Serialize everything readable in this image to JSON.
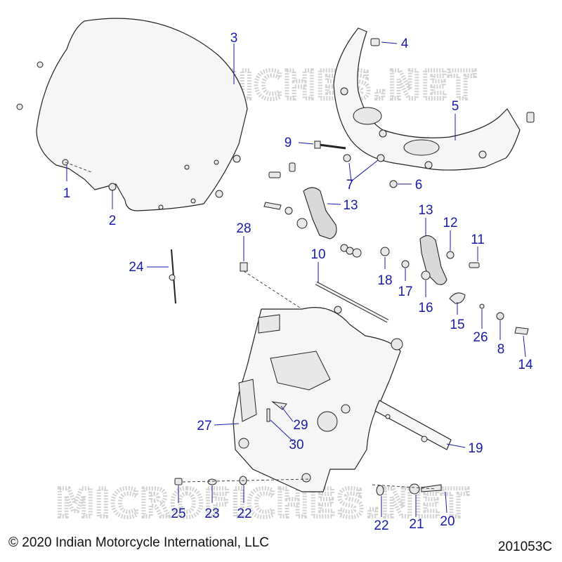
{
  "watermark": "MICROFICHES.NET",
  "copyright": "© 2020 Indian Motorcycle International, LLC",
  "drawing_number": "201053C",
  "callouts": {
    "c1": "1",
    "c2": "2",
    "c3": "3",
    "c4": "4",
    "c5": "5",
    "c6": "6",
    "c7": "7",
    "c8": "8",
    "c9": "9",
    "c10": "10",
    "c11": "11",
    "c12": "12",
    "c13a": "13",
    "c13b": "13",
    "c14": "14",
    "c15": "15",
    "c16": "16",
    "c17": "17",
    "c18": "18",
    "c19": "19",
    "c20": "20",
    "c21": "21",
    "c22a": "22",
    "c22b": "22",
    "c23": "23",
    "c24": "24",
    "c25": "25",
    "c26": "26",
    "c27": "27",
    "c28": "28",
    "c29": "29",
    "c30": "30"
  }
}
